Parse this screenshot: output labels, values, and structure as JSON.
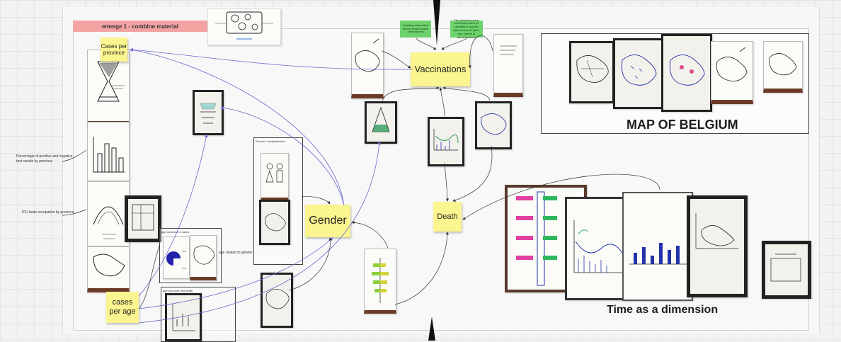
{
  "banner": {
    "label": "emerge 1 - combine material"
  },
  "stickies": {
    "cases_per_province": "Cases per province",
    "vaccinations": "Vaccinations",
    "gender": "Gender",
    "death": "Death",
    "cases_per_age": "cases per age"
  },
  "green_notes": {
    "left": "Including information about vaccine brand administered",
    "right": "The (timeline/slider) could help users to visualise a specific date of interest (start, end, period of administration)"
  },
  "side_notes": {
    "positive_negative": "Percentage of positive and negative test results by province",
    "icu": "ICU beds occupation by province"
  },
  "groups": {
    "gender_hospitalization": "Gender / hospitalization",
    "age_structure_cases": "age structure of cases",
    "age_related_gender": "age related to gender",
    "age_structure_death": "age structure and death"
  },
  "titles": {
    "map_of_belgium": "MAP OF BELGIUM",
    "time_dimension": "Time as a dimension"
  },
  "colors": {
    "sticky": "#fbf58f",
    "banner": "#f4a3a3",
    "green_note": "#6ed36e",
    "connector_blue": "#6666cc",
    "connector_dark": "#333333"
  }
}
